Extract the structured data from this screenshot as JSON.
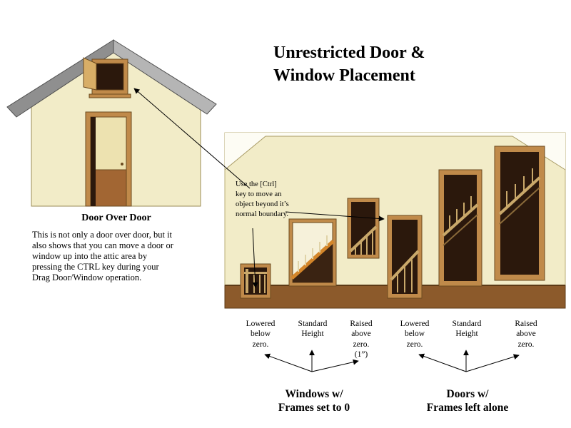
{
  "title": "Unrestricted Door &\nWindow Placement",
  "house_section": {
    "caption": "Door Over Door",
    "description": "This is not only a door over door, but  it\nalso shows that you can move a door or\nwindow up into the attic area by\npressing the CTRL key during your\nDrag Door/Window operation."
  },
  "interior_note": "Use the [Ctrl]\nkey to move an\nobject beyond it’s\nnormal boundary.",
  "placement_labels": {
    "window_lowered": "Lowered\nbelow\nzero.",
    "window_standard": "Standard\nHeight",
    "window_raised": "Raised\nabove\nzero.\n(1”)",
    "door_lowered": "Lowered\nbelow\nzero.",
    "door_standard": "Standard\nHeight",
    "door_raised": "Raised\nabove\nzero."
  },
  "group_captions": {
    "windows": "Windows w/\nFrames set to 0",
    "doors": "Doors w/\nFrames left alone"
  },
  "colors": {
    "wall": "#F2ECC8",
    "floor": "#8C5A2B",
    "frame_tan": "#C08A4A",
    "frame_outline": "#6B4A1F",
    "roof_gray": "#989898",
    "dark_interior": "#2B180C",
    "baluster": "#C9A86A",
    "handrail_orange": "#D4862A"
  }
}
